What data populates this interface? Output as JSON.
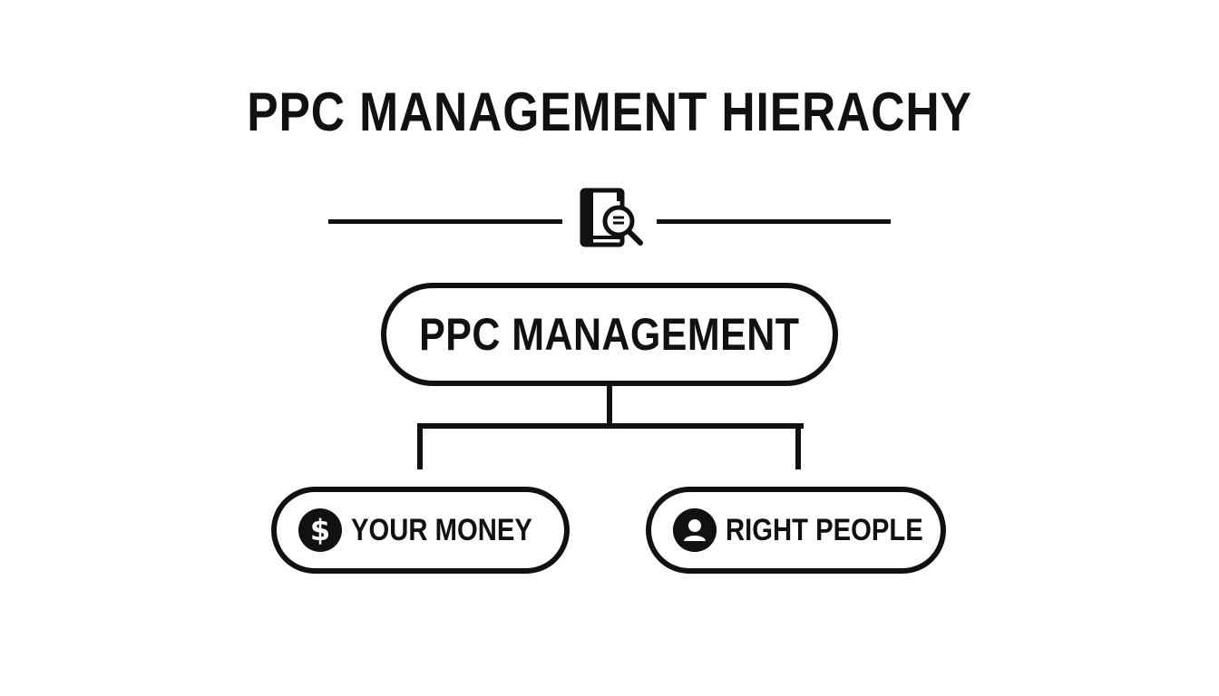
{
  "title": "PPC MANAGEMENT HIERACHY",
  "divider": {
    "icon": "book-search-icon"
  },
  "root": {
    "label": "PPC MANAGEMENT"
  },
  "children": [
    {
      "label": "YOUR MONEY",
      "icon": "dollar-icon"
    },
    {
      "label": "RIGHT PEOPLE",
      "icon": "person-icon"
    }
  ],
  "colors": {
    "ink": "#111111",
    "background": "#ffffff"
  }
}
